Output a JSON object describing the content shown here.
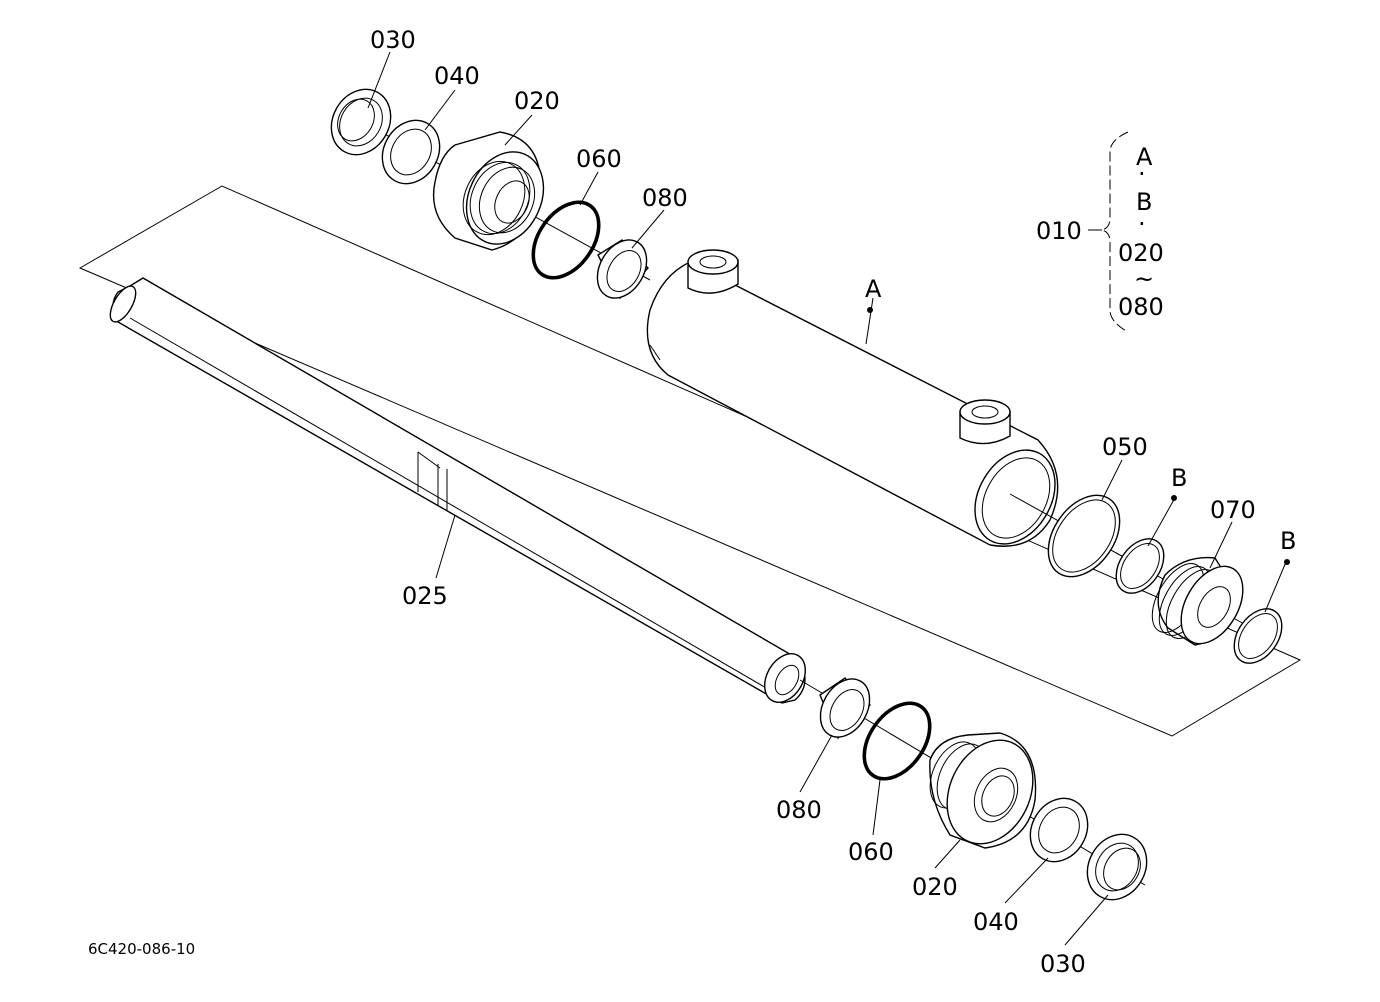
{
  "labels": {
    "seal_030_top": "030",
    "seal_040_top": "040",
    "head_020_top": "020",
    "oring_060_top": "060",
    "bushing_080_top": "080",
    "tube_A": "A",
    "seal_050": "050",
    "clip_B_left": "B",
    "piston_070": "070",
    "clip_B_right": "B",
    "rod_025": "025",
    "bushing_080_bottom": "080",
    "oring_060_bottom": "060",
    "head_020_bottom": "020",
    "seal_040_bottom": "040",
    "seal_030_bottom": "030"
  },
  "assembly": {
    "number": "010",
    "items": [
      "A",
      "·",
      "B",
      "·",
      "020",
      "~",
      "080"
    ]
  },
  "drawing_number": "6C420-086-10"
}
